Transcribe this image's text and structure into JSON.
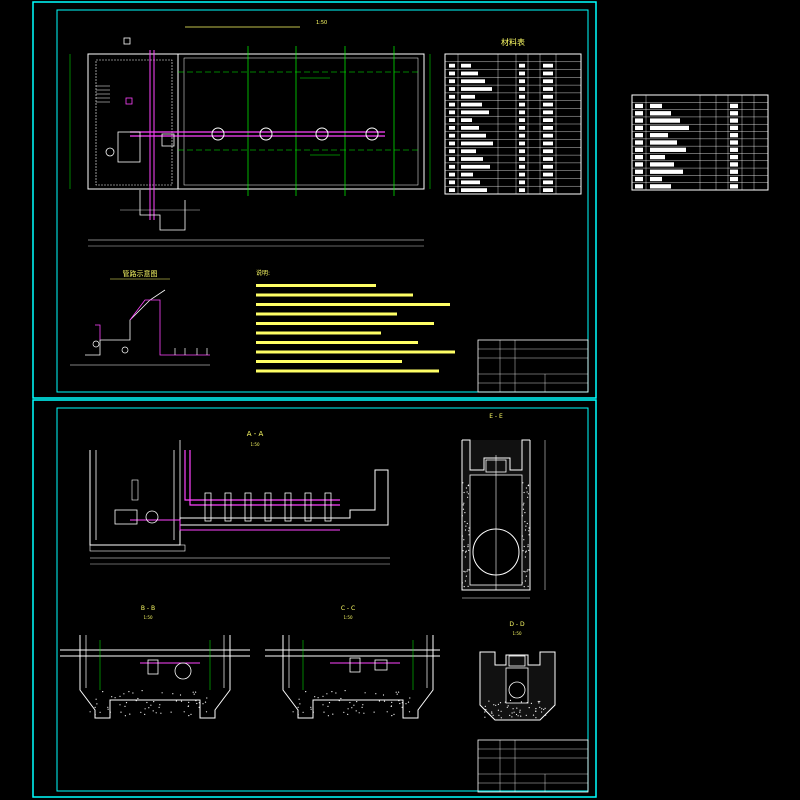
{
  "sheet1": {
    "plan_title": "",
    "plan_scale": "1:50",
    "bom_title": "材料表",
    "bom_rows": 17,
    "pipe_title": "管路示意图",
    "notes_title": "说明:",
    "note_count": 10,
    "titleblock_name": ""
  },
  "sheet2": {
    "section_aa": "A - A",
    "section_bb": "B - B",
    "section_cc": "C - C",
    "section_dd": "D - D",
    "section_ee": "E - E",
    "scale": "1:50",
    "titleblock_name": ""
  },
  "side_table": {
    "rows": 12
  },
  "colors": {
    "frame": "#00ffff",
    "line": "#ffffff",
    "pipe": "#ff44ff",
    "green": "#00ff00",
    "blue": "#3355ff",
    "text": "#ffff66"
  }
}
